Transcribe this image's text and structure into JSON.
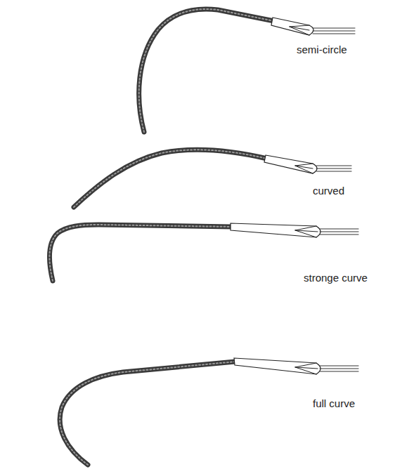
{
  "diagram": {
    "labels": [
      "semi-circle",
      "curved",
      "stronge curve",
      "full curve"
    ]
  }
}
